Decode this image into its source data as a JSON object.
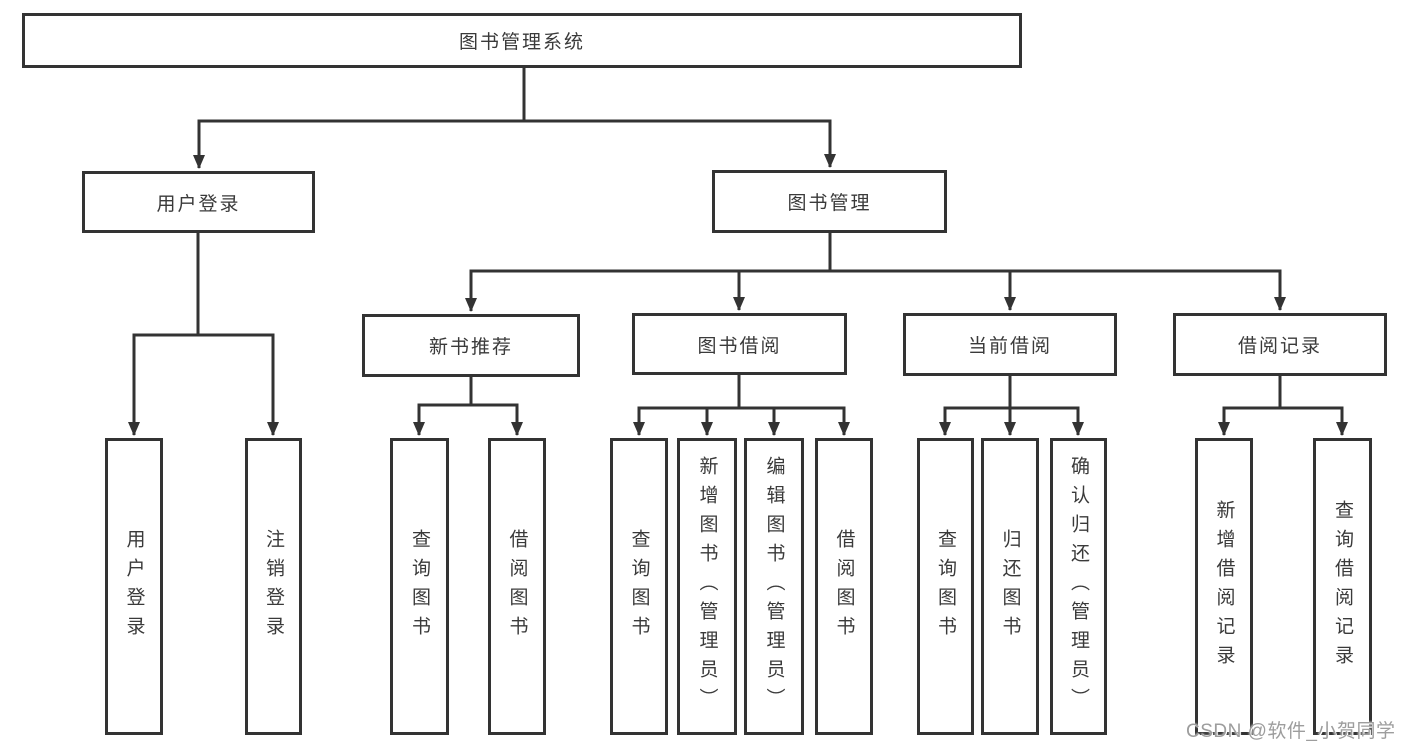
{
  "diagram": {
    "title": "图书管理系统",
    "root": {
      "label": "图书管理系统"
    },
    "level1": [
      {
        "label": "用户登录"
      },
      {
        "label": "图书管理"
      }
    ],
    "level2": [
      {
        "label": "新书推荐"
      },
      {
        "label": "图书借阅"
      },
      {
        "label": "当前借阅"
      },
      {
        "label": "借阅记录"
      }
    ],
    "leaves": [
      {
        "label": "用户登录",
        "parent": "用户登录"
      },
      {
        "label": "注销登录",
        "parent": "用户登录"
      },
      {
        "label": "查询图书",
        "parent": "新书推荐"
      },
      {
        "label": "借阅图书",
        "parent": "新书推荐"
      },
      {
        "label": "查询图书",
        "parent": "图书借阅"
      },
      {
        "label": "新增图书（管理员）",
        "parent": "图书借阅"
      },
      {
        "label": "编辑图书（管理员）",
        "parent": "图书借阅"
      },
      {
        "label": "借阅图书",
        "parent": "图书借阅"
      },
      {
        "label": "查询图书",
        "parent": "当前借阅"
      },
      {
        "label": "归还图书",
        "parent": "当前借阅"
      },
      {
        "label": "确认归还（管理员）",
        "parent": "当前借阅"
      },
      {
        "label": "新增借阅记录",
        "parent": "借阅记录"
      },
      {
        "label": "查询借阅记录",
        "parent": "借阅记录"
      }
    ],
    "colors": {
      "line": "#333333",
      "text": "#3a3a3a",
      "background": "#ffffff",
      "watermark_gray": "#9d9d9d"
    },
    "watermark": "CSDN @软件_小贺同学"
  }
}
